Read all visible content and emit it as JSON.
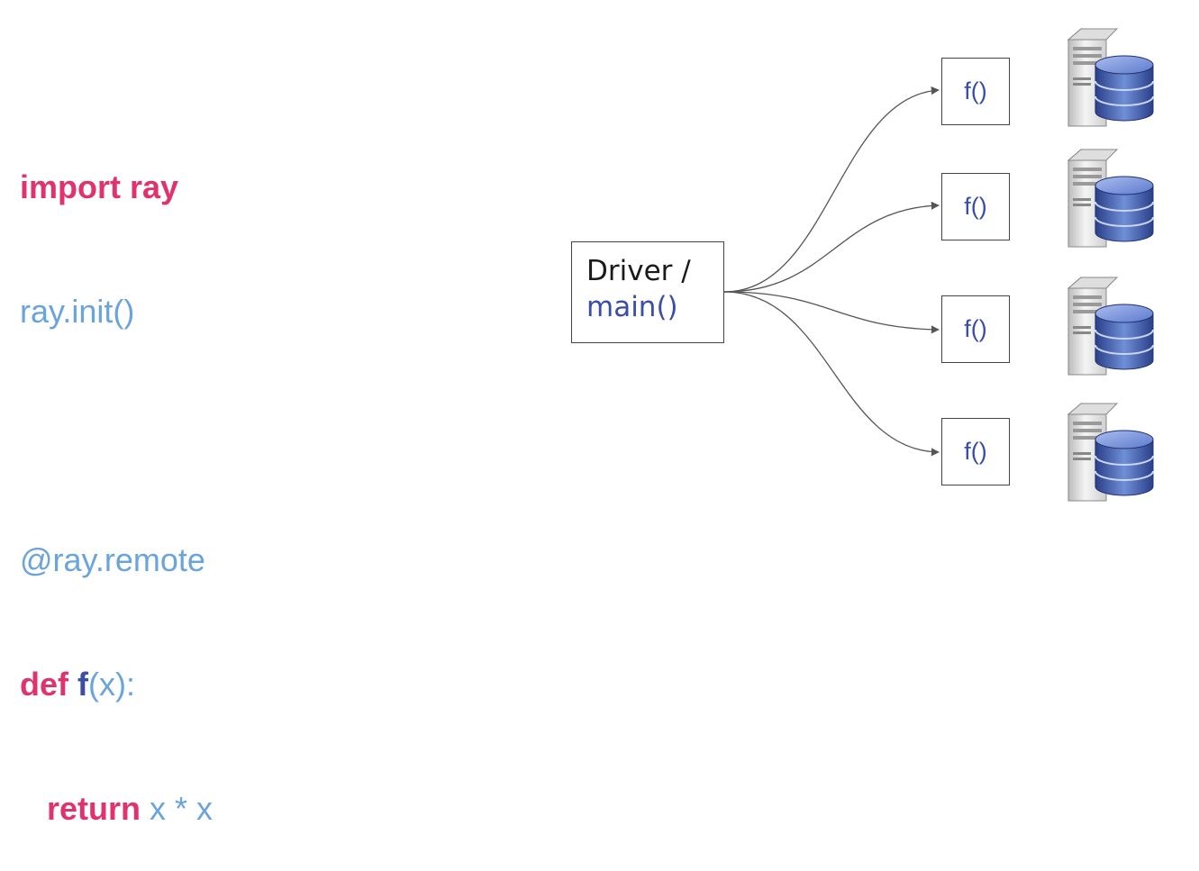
{
  "code": {
    "line1": "import ray",
    "line2": "ray.init()",
    "line3": "@ray.remote",
    "line4_kw": "def",
    "line4_fn": "f",
    "line4_rest": "(x):",
    "line5_kw": "return",
    "line5_rest": "x * x"
  },
  "driver": {
    "label": "Driver /",
    "sublabel": "main()"
  },
  "workers": [
    {
      "label": "f()"
    },
    {
      "label": "f()"
    },
    {
      "label": "f()"
    },
    {
      "label": "f()"
    }
  ],
  "colors": {
    "keyword": "#e0336d",
    "function": "#3a4ea8",
    "code_text": "#6aa4dc",
    "edge": "#555555"
  },
  "icons": [
    "server-database-icon",
    "server-database-icon",
    "server-database-icon",
    "server-database-icon"
  ]
}
